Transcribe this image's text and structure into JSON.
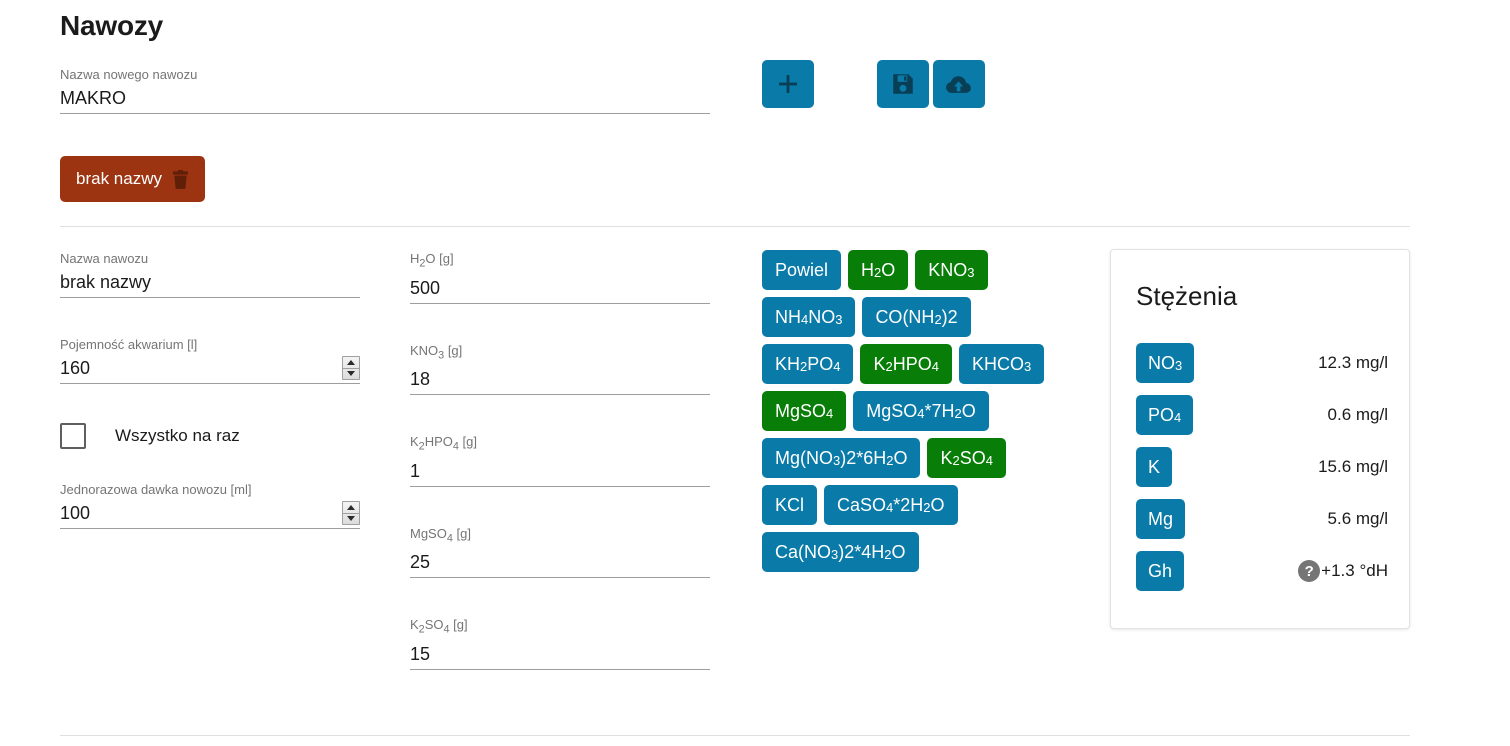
{
  "header": {
    "title": "Nawozy"
  },
  "new_fertilizer": {
    "label": "Nazwa nowego nawozu",
    "value": "MAKRO"
  },
  "toolbar": {
    "add_icon": "plus-icon",
    "save_icon": "floppy-save-icon",
    "upload_icon": "cloud-upload-icon",
    "accent_color": "#0a7aa8"
  },
  "saved_fertilizers": [
    {
      "label": "brak nazwy",
      "delete_icon": "trash-icon",
      "color": "#9c3412"
    }
  ],
  "form_left": {
    "name": {
      "label": "Nazwa nawozu",
      "value": "brak nazwy"
    },
    "volume": {
      "label": "Pojemność akwarium [l]",
      "value": "160",
      "stepper": true
    },
    "all_at_once": {
      "label": "Wszystko na raz",
      "checked": false
    },
    "dose": {
      "label": "Jednorazowa dawka nowozu [ml]",
      "value": "100",
      "stepper": true
    }
  },
  "form_mid": {
    "rows": [
      {
        "label_html": "H<sub>2</sub>O [g]",
        "value": "500"
      },
      {
        "label_html": "KNO<sub>3</sub> [g]",
        "value": "18"
      },
      {
        "label_html": "K<sub>2</sub>HPO<sub>4</sub> [g]",
        "value": "1"
      },
      {
        "label_html": "MgSO<sub>4</sub> [g]",
        "value": "25"
      },
      {
        "label_html": "K<sub>2</sub>SO<sub>4</sub> [g]",
        "value": "15"
      }
    ]
  },
  "chips": {
    "colors": {
      "blue": "#0a7aa8",
      "green": "#087d08"
    },
    "items": [
      {
        "html": "Powiel",
        "color": "blue"
      },
      {
        "html": "H<sub>2</sub>O",
        "color": "green"
      },
      {
        "html": "KNO<sub>3</sub>",
        "color": "green"
      },
      {
        "html": "NH<sub>4</sub>NO<sub>3</sub>",
        "color": "blue"
      },
      {
        "html": "CO(NH<sub>2</sub>)2",
        "color": "blue"
      },
      {
        "html": "KH<sub>2</sub>PO<sub>4</sub>",
        "color": "blue"
      },
      {
        "html": "K<sub>2</sub>HPO<sub>4</sub>",
        "color": "green"
      },
      {
        "html": "KHCO<sub>3</sub>",
        "color": "blue"
      },
      {
        "html": "MgSO<sub>4</sub>",
        "color": "green"
      },
      {
        "html": "MgSO<sub>4</sub>*7H<sub>2</sub>O",
        "color": "blue"
      },
      {
        "html": "Mg(NO<sub>3</sub>)2*6H<sub>2</sub>O",
        "color": "blue"
      },
      {
        "html": "K<sub>2</sub>SO<sub>4</sub>",
        "color": "green"
      },
      {
        "html": "KCl",
        "color": "blue"
      },
      {
        "html": "CaSO<sub>4</sub>*2H<sub>2</sub>O",
        "color": "blue"
      },
      {
        "html": "Ca(NO<sub>3</sub>)2*4H<sub>2</sub>O",
        "color": "blue"
      }
    ]
  },
  "concentrations": {
    "title": "Stężenia",
    "rows": [
      {
        "ion_html": "NO<sub>3</sub>",
        "value": "12.3 mg/l",
        "help": false
      },
      {
        "ion_html": "PO<sub>4</sub>",
        "value": "0.6 mg/l",
        "help": false
      },
      {
        "ion_html": "K",
        "value": "15.6 mg/l",
        "help": false
      },
      {
        "ion_html": "Mg",
        "value": "5.6 mg/l",
        "help": false
      },
      {
        "ion_html": "Gh",
        "value": "+1.3 °dH",
        "help": true,
        "help_icon": "question-mark-icon"
      }
    ]
  }
}
